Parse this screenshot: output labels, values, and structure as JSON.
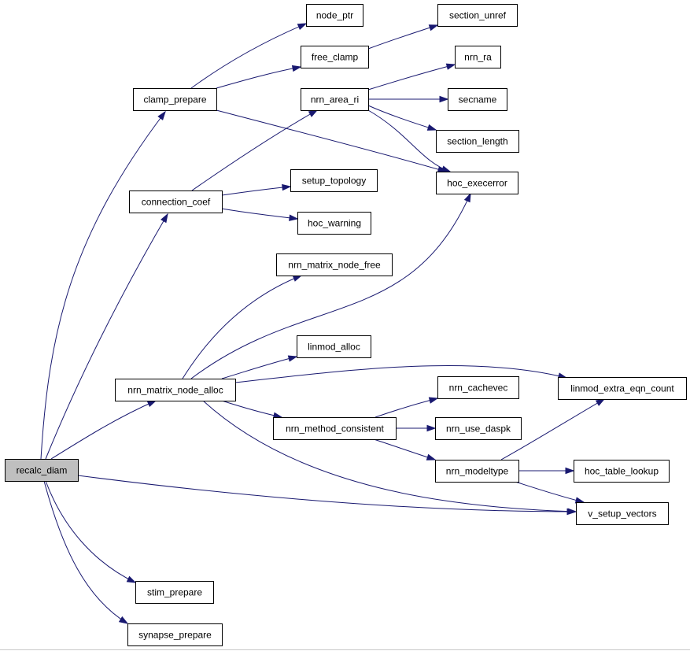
{
  "graph": {
    "root": "recalc_diam",
    "nodes": [
      {
        "id": "recalc_diam",
        "label": "recalc_diam",
        "root": true
      },
      {
        "id": "clamp_prepare",
        "label": "clamp_prepare"
      },
      {
        "id": "connection_coef",
        "label": "connection_coef"
      },
      {
        "id": "nrn_matrix_node_alloc",
        "label": "nrn_matrix_node_alloc"
      },
      {
        "id": "stim_prepare",
        "label": "stim_prepare"
      },
      {
        "id": "synapse_prepare",
        "label": "synapse_prepare"
      },
      {
        "id": "node_ptr",
        "label": "node_ptr"
      },
      {
        "id": "free_clamp",
        "label": "free_clamp"
      },
      {
        "id": "nrn_area_ri",
        "label": "nrn_area_ri"
      },
      {
        "id": "setup_topology",
        "label": "setup_topology"
      },
      {
        "id": "hoc_warning",
        "label": "hoc_warning"
      },
      {
        "id": "nrn_matrix_node_free",
        "label": "nrn_matrix_node_free"
      },
      {
        "id": "linmod_alloc",
        "label": "linmod_alloc"
      },
      {
        "id": "nrn_method_consistent",
        "label": "nrn_method_consistent"
      },
      {
        "id": "section_unref",
        "label": "section_unref"
      },
      {
        "id": "nrn_ra",
        "label": "nrn_ra"
      },
      {
        "id": "secname",
        "label": "secname"
      },
      {
        "id": "section_length",
        "label": "section_length"
      },
      {
        "id": "hoc_execerror",
        "label": "hoc_execerror"
      },
      {
        "id": "nrn_cachevec",
        "label": "nrn_cachevec"
      },
      {
        "id": "nrn_use_daspk",
        "label": "nrn_use_daspk"
      },
      {
        "id": "nrn_modeltype",
        "label": "nrn_modeltype"
      },
      {
        "id": "linmod_extra_eqn_count",
        "label": "linmod_extra_eqn_count"
      },
      {
        "id": "hoc_table_lookup",
        "label": "hoc_table_lookup"
      },
      {
        "id": "v_setup_vectors",
        "label": "v_setup_vectors"
      }
    ],
    "edges": [
      {
        "from": "recalc_diam",
        "to": "clamp_prepare"
      },
      {
        "from": "recalc_diam",
        "to": "connection_coef"
      },
      {
        "from": "recalc_diam",
        "to": "nrn_matrix_node_alloc"
      },
      {
        "from": "recalc_diam",
        "to": "v_setup_vectors"
      },
      {
        "from": "recalc_diam",
        "to": "stim_prepare"
      },
      {
        "from": "recalc_diam",
        "to": "synapse_prepare"
      },
      {
        "from": "clamp_prepare",
        "to": "node_ptr"
      },
      {
        "from": "clamp_prepare",
        "to": "free_clamp"
      },
      {
        "from": "clamp_prepare",
        "to": "hoc_execerror"
      },
      {
        "from": "free_clamp",
        "to": "section_unref"
      },
      {
        "from": "connection_coef",
        "to": "nrn_area_ri"
      },
      {
        "from": "connection_coef",
        "to": "setup_topology"
      },
      {
        "from": "connection_coef",
        "to": "hoc_warning"
      },
      {
        "from": "nrn_area_ri",
        "to": "nrn_ra"
      },
      {
        "from": "nrn_area_ri",
        "to": "secname"
      },
      {
        "from": "nrn_area_ri",
        "to": "section_length"
      },
      {
        "from": "nrn_area_ri",
        "to": "hoc_execerror"
      },
      {
        "from": "nrn_matrix_node_alloc",
        "to": "nrn_matrix_node_free"
      },
      {
        "from": "nrn_matrix_node_alloc",
        "to": "hoc_execerror"
      },
      {
        "from": "nrn_matrix_node_alloc",
        "to": "linmod_alloc"
      },
      {
        "from": "nrn_matrix_node_alloc",
        "to": "linmod_extra_eqn_count"
      },
      {
        "from": "nrn_matrix_node_alloc",
        "to": "nrn_method_consistent"
      },
      {
        "from": "nrn_matrix_node_alloc",
        "to": "v_setup_vectors"
      },
      {
        "from": "nrn_method_consistent",
        "to": "nrn_cachevec"
      },
      {
        "from": "nrn_method_consistent",
        "to": "nrn_use_daspk"
      },
      {
        "from": "nrn_method_consistent",
        "to": "nrn_modeltype"
      },
      {
        "from": "nrn_modeltype",
        "to": "linmod_extra_eqn_count"
      },
      {
        "from": "nrn_modeltype",
        "to": "hoc_table_lookup"
      },
      {
        "from": "nrn_modeltype",
        "to": "v_setup_vectors"
      }
    ]
  }
}
